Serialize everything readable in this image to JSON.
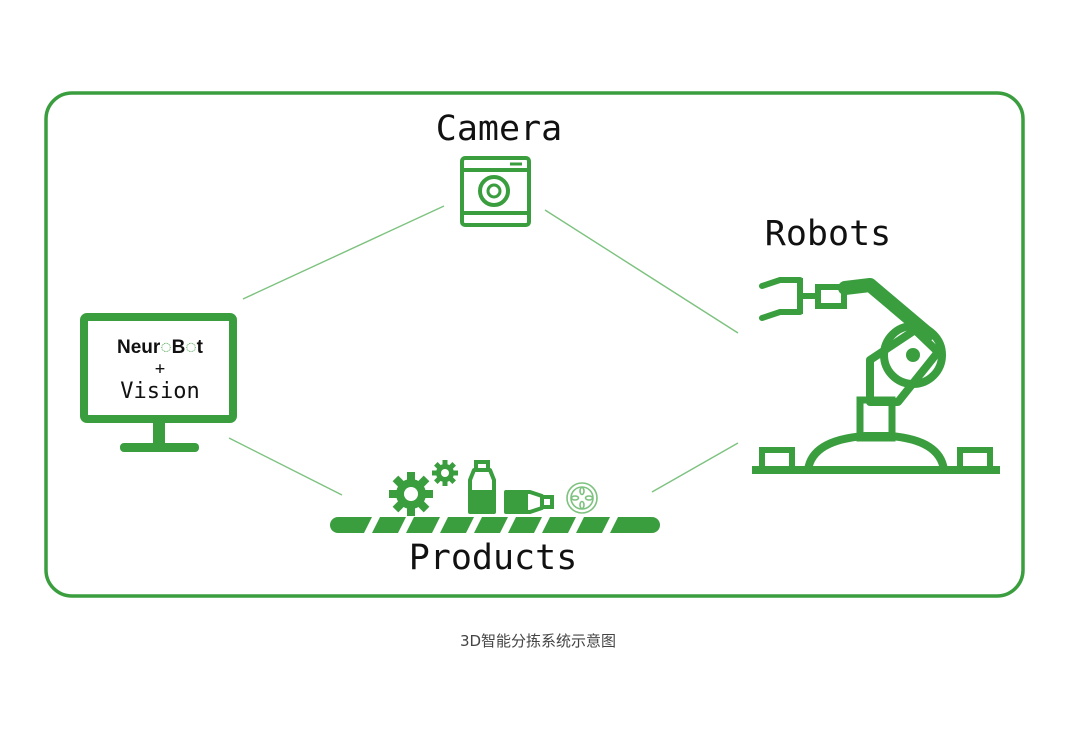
{
  "diagram": {
    "nodes": {
      "camera": {
        "label": "Camera"
      },
      "robots": {
        "label": "Robots"
      },
      "products": {
        "label": "Products"
      },
      "vision": {
        "brand_part1": "Neur",
        "brand_part2": "B",
        "brand_part3": "t",
        "plus": "+",
        "subtitle": "Vision"
      }
    },
    "icons": {
      "camera": "camera-icon",
      "robot": "robotic-arm-icon",
      "monitor": "monitor-icon",
      "products": [
        "gear-icon",
        "small-gear-icon",
        "bottle-icon",
        "lying-bottle-icon",
        "slice-icon"
      ],
      "conveyor": "conveyor-belt-icon"
    },
    "colors": {
      "accent": "#3a9e3f",
      "connector": "#7dc27f",
      "text": "#111111"
    }
  },
  "caption": "3D智能分拣系统示意图"
}
